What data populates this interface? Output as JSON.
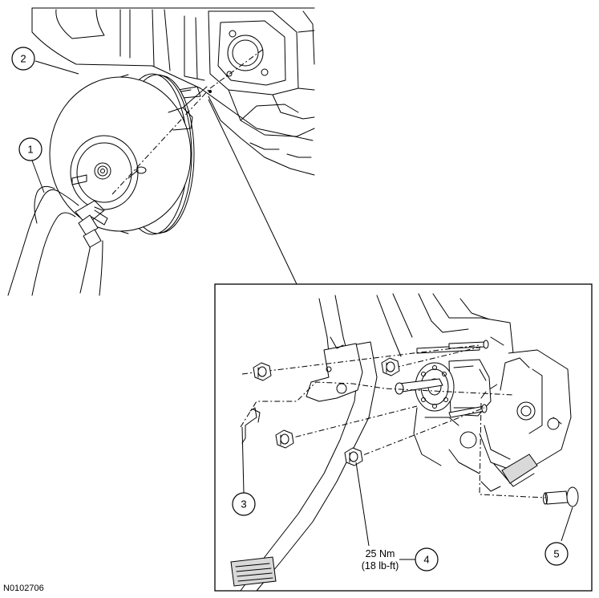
{
  "figure_id": "N0102706",
  "callouts": [
    {
      "number": "1"
    },
    {
      "number": "2"
    },
    {
      "number": "3"
    },
    {
      "number": "4"
    },
    {
      "number": "5"
    }
  ],
  "torque_spec": {
    "metric": "25 Nm",
    "imperial": "(18 lb-ft)"
  }
}
